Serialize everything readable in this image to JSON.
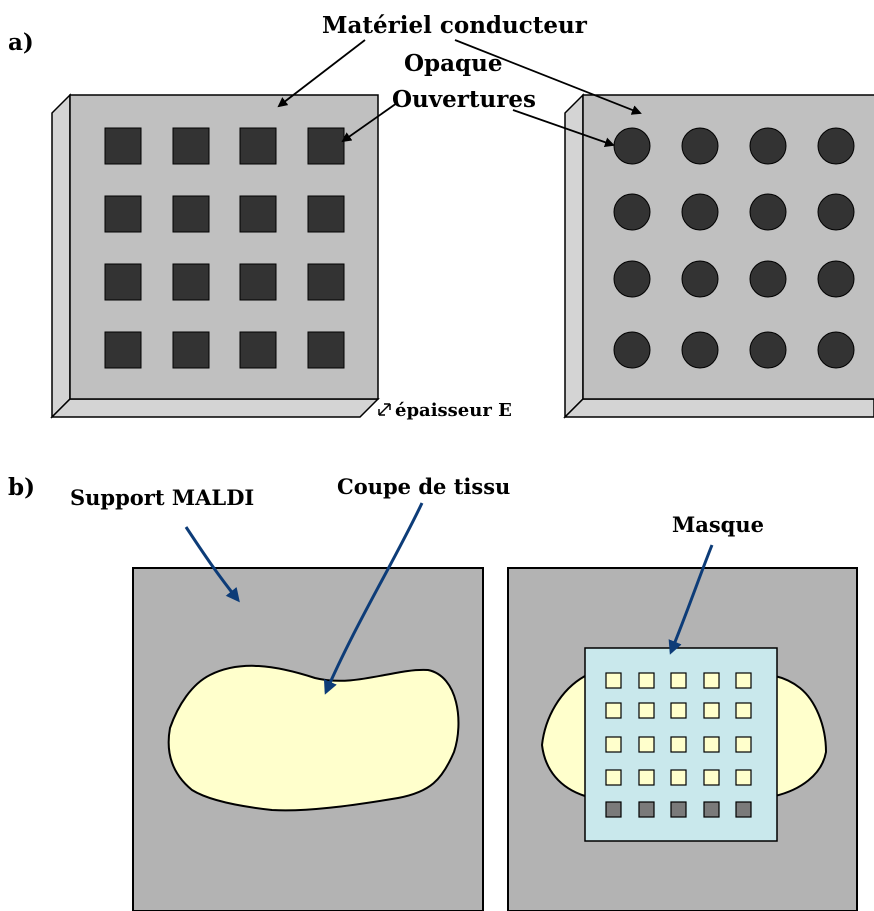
{
  "panel_a": {
    "letter": "a)",
    "label_material": "Matériel conducteur",
    "label_opaque": "Opaque",
    "label_openings": "Ouvertures",
    "label_thickness": "épaisseur E"
  },
  "panel_b": {
    "letter": "b)",
    "label_support": "Support MALDI",
    "label_tissue": "Coupe de tissu",
    "label_mask": "Masque"
  },
  "colors": {
    "plate_face": "#c0c0c0",
    "plate_edge": "#d4d4d4",
    "aperture": "#333333",
    "support": "#b3b3b3",
    "tissue": "#ffffcc",
    "mask": "#c9e8ec",
    "arrow_blue": "#0d3c78",
    "arrow_black": "#000000"
  }
}
